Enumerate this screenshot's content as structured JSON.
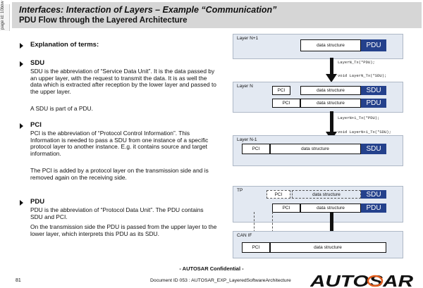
{
  "side_tab": "page id: 10bow",
  "header": {
    "title": "Interfaces: Interaction of Layers – Example “Communication”",
    "subtitle": "PDU Flow through the Layered Architecture"
  },
  "bullets": [
    {
      "heading": "Explanation of terms:",
      "paragraphs": []
    },
    {
      "heading": "SDU",
      "paragraphs": [
        "SDU is the abbreviation of “Service Data Unit”. It is the data passed by an upper layer, with the request to transmit the data. It is as well the data which is extracted after reception by the lower layer and passed to the upper layer.",
        "A SDU is part of a PDU."
      ]
    },
    {
      "heading": "PCI",
      "paragraphs": [
        "PCI is the abbreviation of “Protocol Control Information”. This Information is needed to pass a SDU from one instance of a specific protocol layer to another instance. E.g. it contains source and target information.",
        "The PCI is added by a protocol layer on the transmission side and is removed again on the receiving side."
      ]
    },
    {
      "heading": "PDU",
      "paragraphs": [
        "PDU is the abbreviation of “Protocol Data Unit”. The PDU contains SDU and PCI.",
        "On the transmission side the PDU is passed from the upper layer to the lower layer, which interprets this PDU as its SDU."
      ]
    }
  ],
  "diagram": {
    "layer_n1_label": "Layer N+1",
    "layer_n_label": "Layer N",
    "layer_nm1_label": "Layer N-1",
    "tp_label": "TP",
    "canif_label": "CAN IF",
    "data_structure": "data structure",
    "pdu": "PDU",
    "sdu": "SDU",
    "pci": "PCI",
    "code1": "LayerN_Tx(*PDU);",
    "code2": "void LayerN_Tx(*SDU);",
    "code3": "LayerN+1_Tx(*PDU);",
    "code4": "void LayerN+1_Tx(*SDU);"
  },
  "footer": {
    "confidential": "- AUTOSAR Confidential -",
    "page_number": "81",
    "document": "Document ID 053 : AUTOSAR_EXP_LayeredSoftwareArchitecture",
    "logo_text": "AUTOSAR"
  },
  "colors": {
    "header_band": "#d6d6d6",
    "layer_panel": "#e3e9f2",
    "blue_box": "#24418c",
    "logo_orange": "#e35d1c"
  }
}
